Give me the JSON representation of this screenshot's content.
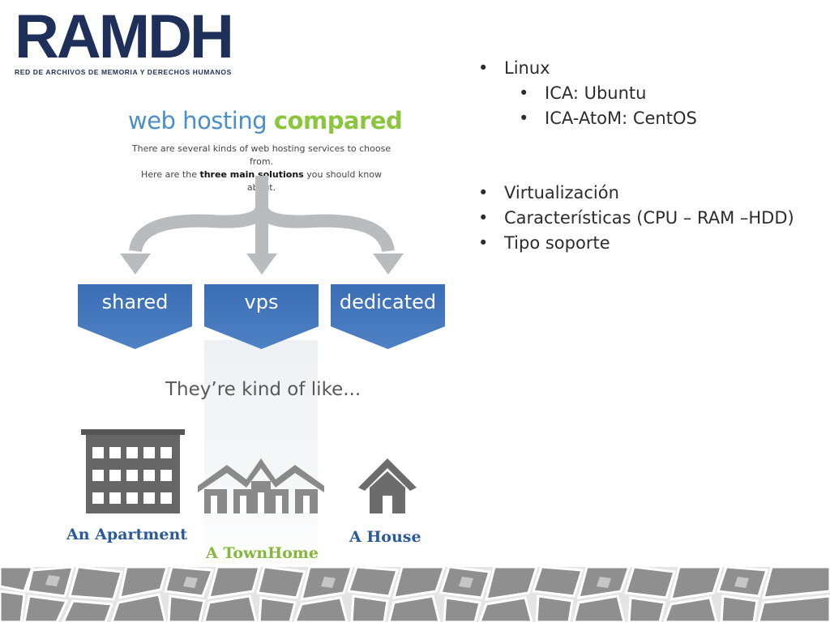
{
  "logo": {
    "wordmark": "RAMDH",
    "subtitle": "RED DE ARCHIVOS DE MEMORIA Y DERECHOS HUMANOS"
  },
  "infographic": {
    "title_light": "web hosting",
    "title_strong": "compared",
    "subtitle_line1": "There are several kinds of web hosting services to choose from.",
    "subtitle_line2_pre": "Here are the",
    "subtitle_line2_bold": "three main solutions",
    "subtitle_line2_post": "you should know about.",
    "options": [
      "shared",
      "vps",
      "dedicated"
    ],
    "kind_of_like": "They’re kind of like...",
    "captions": {
      "apartment": "An Apartment",
      "townhome": "A TownHome",
      "house": "A House"
    }
  },
  "bullets": {
    "group1": {
      "item": "Linux",
      "subitems": [
        "ICA: Ubuntu",
        "ICA-AtoM: CentOS"
      ]
    },
    "group2": [
      "Virtualización",
      "Características (CPU – RAM –HDD)",
      "Tipo soporte"
    ],
    "bullet_char": "•"
  },
  "colors": {
    "brand_navy": "#1e2f5a",
    "title_blue": "#4a8fc6",
    "title_green": "#8cc63e",
    "box_blue": "#3c6eb4",
    "arrow_gray": "#b8bcbf"
  }
}
